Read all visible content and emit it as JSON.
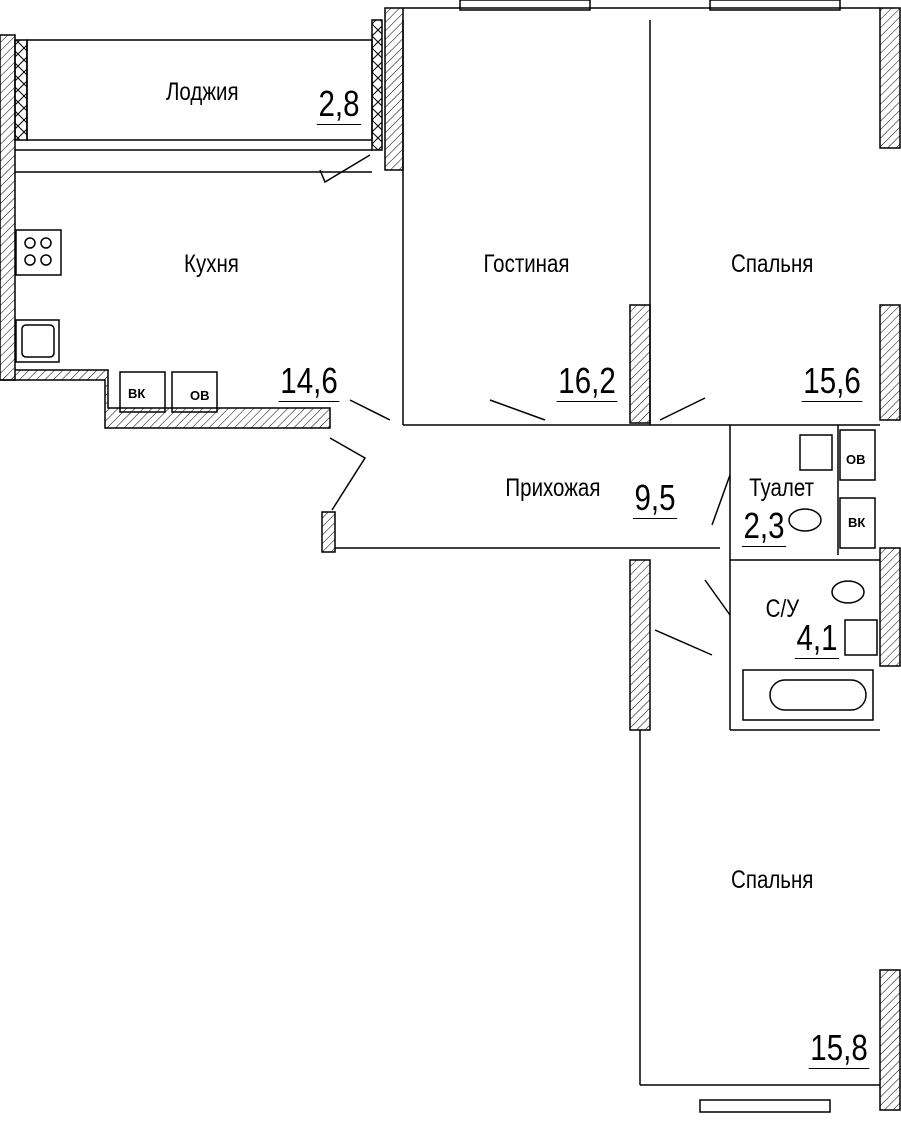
{
  "plan": {
    "rooms": [
      {
        "id": "loggia",
        "name": "Лоджия",
        "area": "2,8"
      },
      {
        "id": "kitchen",
        "name": "Кухня",
        "area": "14,6"
      },
      {
        "id": "living",
        "name": "Гостиная",
        "area": "16,2"
      },
      {
        "id": "bedroom1",
        "name": "Спальня",
        "area": "15,6"
      },
      {
        "id": "hall",
        "name": "Прихожая",
        "area": "9,5"
      },
      {
        "id": "toilet",
        "name": "Туалет",
        "area": "2,3"
      },
      {
        "id": "bathroom",
        "name": "С/У",
        "area": "4,1"
      },
      {
        "id": "bedroom2",
        "name": "Спальня",
        "area": "15,8"
      }
    ],
    "shafts": {
      "water": "ВК",
      "ventilation": "ОВ"
    },
    "colors": {
      "line": "#000000",
      "background": "#ffffff"
    }
  }
}
